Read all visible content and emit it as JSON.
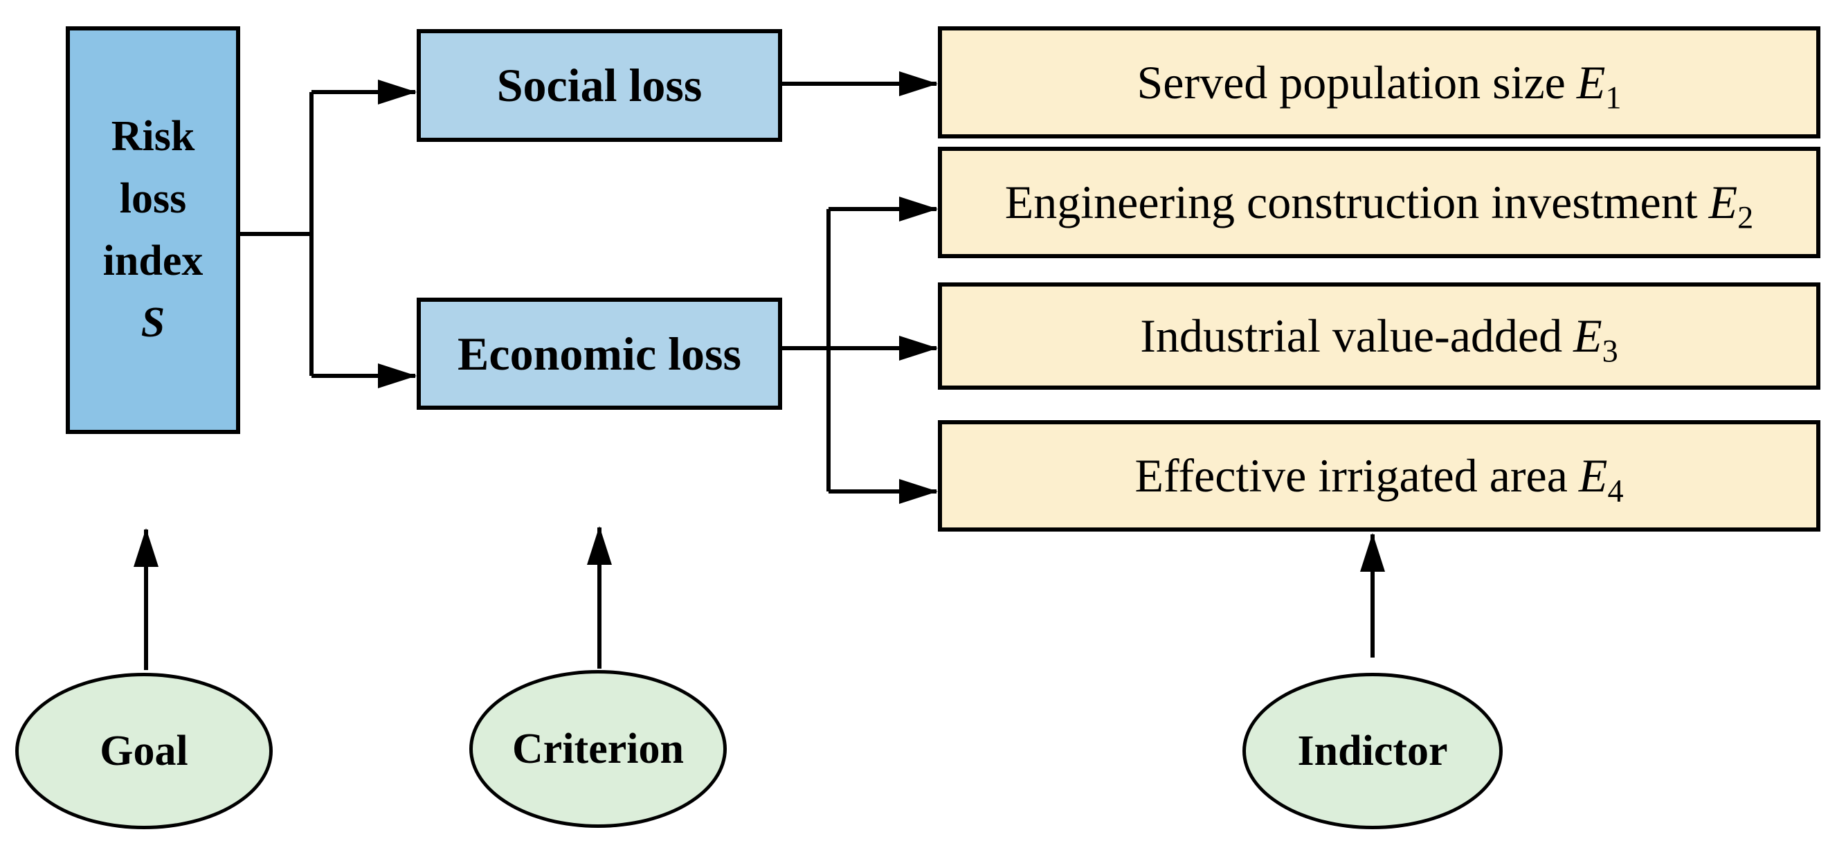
{
  "figure": {
    "type": "hierarchy-diagram",
    "description_levels": [
      "Goal",
      "Criterion",
      "Indictor"
    ]
  },
  "colors": {
    "risk_box": "#8CC3E6",
    "loss_box": "#AFD3EA",
    "indicator_box": "#FCEFCE",
    "legend_ellipse": "#DCEEDA",
    "outline": "#000000"
  },
  "goal_box": {
    "lines": [
      "Risk",
      "loss",
      "index"
    ],
    "symbol": "S"
  },
  "criteria": [
    {
      "label": "Social loss"
    },
    {
      "label": "Economic loss"
    }
  ],
  "indicators": [
    {
      "label": "Served population size",
      "symbol": "E",
      "sub": "1"
    },
    {
      "label": "Engineering construction investment",
      "symbol": "E",
      "sub": "2"
    },
    {
      "label": "Industrial value-added",
      "symbol": "E",
      "sub": "3"
    },
    {
      "label": "Effective irrigated area",
      "symbol": "E",
      "sub": "4"
    }
  ],
  "legend": [
    {
      "label": "Goal"
    },
    {
      "label": "Criterion"
    },
    {
      "label": "Indictor"
    }
  ]
}
